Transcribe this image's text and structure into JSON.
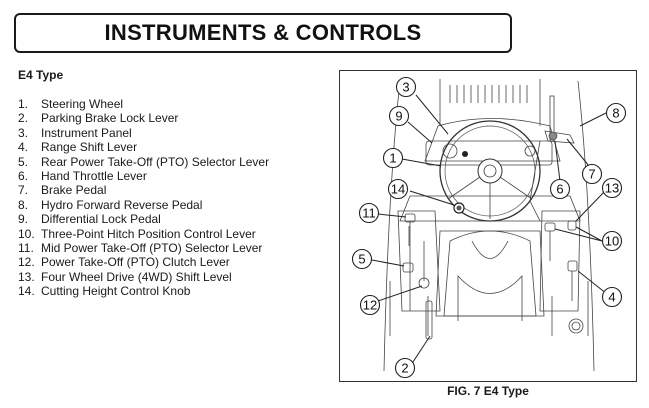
{
  "header": {
    "title": "INSTRUMENTS & CONTROLS"
  },
  "section": {
    "subheading": "E4 Type"
  },
  "legend": [
    {
      "num": "1.",
      "label": "Steering Wheel"
    },
    {
      "num": "2.",
      "label": "Parking Brake Lock Lever"
    },
    {
      "num": "3.",
      "label": "Instrument Panel"
    },
    {
      "num": "4.",
      "label": "Range Shift Lever"
    },
    {
      "num": "5.",
      "label": "Rear Power Take-Off (PTO) Selector Lever"
    },
    {
      "num": "6.",
      "label": "Hand Throttle Lever"
    },
    {
      "num": "7.",
      "label": "Brake Pedal"
    },
    {
      "num": "8.",
      "label": "Hydro Forward Reverse Pedal"
    },
    {
      "num": "9.",
      "label": "Differential Lock Pedal"
    },
    {
      "num": "10.",
      "label": "Three-Point Hitch Position Control Lever"
    },
    {
      "num": "11.",
      "label": "Mid Power Take-Off (PTO) Selector Lever"
    },
    {
      "num": "12.",
      "label": "Power Take-Off (PTO) Clutch Lever"
    },
    {
      "num": "13.",
      "label": "Four Wheel Drive (4WD) Shift Level"
    },
    {
      "num": "14.",
      "label": "Cutting Height Control Knob"
    }
  ],
  "figure": {
    "caption": "FIG. 7  E4 Type",
    "callouts": [
      "3",
      "9",
      "1",
      "14",
      "11",
      "5",
      "12",
      "2",
      "8",
      "7",
      "6",
      "13",
      "10",
      "4"
    ]
  }
}
